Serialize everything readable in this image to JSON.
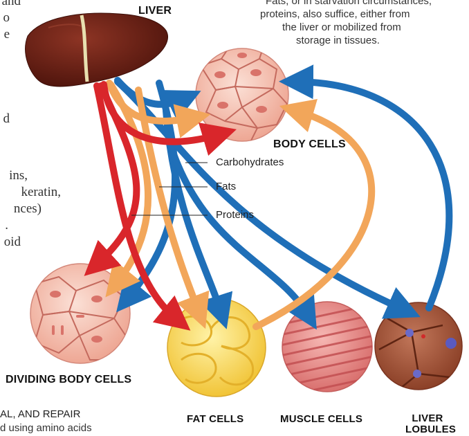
{
  "labels": {
    "liver": "LIVER",
    "body_cells": "BODY CELLS",
    "dividing_body_cells": "DIVIDING BODY CELLS",
    "fat_cells": "FAT CELLS",
    "muscle_cells": "MUSCLE CELLS",
    "liver_lobules_line1": "LIVER",
    "liver_lobules_line2": "LOBULES"
  },
  "legend": {
    "carbohydrates": "Carbohydrates",
    "fats": "Fats",
    "proteins": "Proteins"
  },
  "note_lines": [
    "Fats, or in starvation circumstances,",
    "proteins, also suffice, either from",
    "the liver or mobilized from",
    "storage in tissues."
  ],
  "left_fragments": [
    "and",
    "o",
    "e",
    "d",
    "ins,",
    "keratin,",
    "nces)",
    ".",
    "oid"
  ],
  "bottom_fragments": [
    "AL, AND REPAIR",
    "d using amino acids"
  ],
  "colors": {
    "carbohydrates": "#1f6fb8",
    "fats": "#f2a65a",
    "proteins": "#d9262b",
    "liver": "#6b1f14",
    "cell_pink": "#f3b9aa",
    "fat_yellow": "#f7d64a",
    "muscle_pink": "#e88c8c",
    "lobule_brown": "#a7593c"
  }
}
